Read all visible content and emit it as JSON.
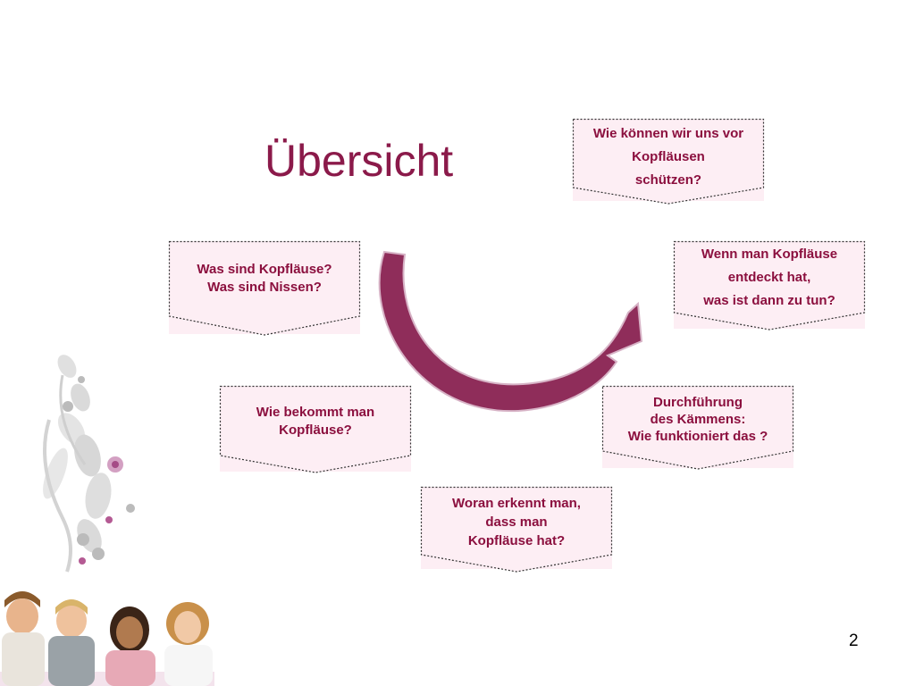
{
  "title": "Übersicht",
  "page_number": "2",
  "colors": {
    "accent": "#8b1a4a",
    "box_fill": "#fdeef4",
    "box_text": "#8b0f3e",
    "arrow_fill": "#8f2d5a"
  },
  "boxes": {
    "protect": [
      "Wie können wir uns vor",
      "Kopfläusen",
      "schützen?"
    ],
    "what_is": [
      "Was sind Kopfläuse?",
      "Was sind Nissen?"
    ],
    "discovered": [
      "Wenn man Kopfläuse",
      "entdeckt hat,",
      "was ist dann zu tun?"
    ],
    "how_get": [
      "Wie bekommt man",
      "Kopfläuse?"
    ],
    "combing": [
      "Durchführung",
      "des Kämmens:",
      "Wie funktioniert das ?"
    ],
    "recognize": [
      "Woran erkennt man,",
      "dass man",
      "Kopfläuse hat?"
    ]
  },
  "icons": {
    "cycle_arrow": "curved-arrow-icon",
    "flower_decoration": "flower-decoration-icon",
    "children_photo": "children-photo-icon"
  }
}
